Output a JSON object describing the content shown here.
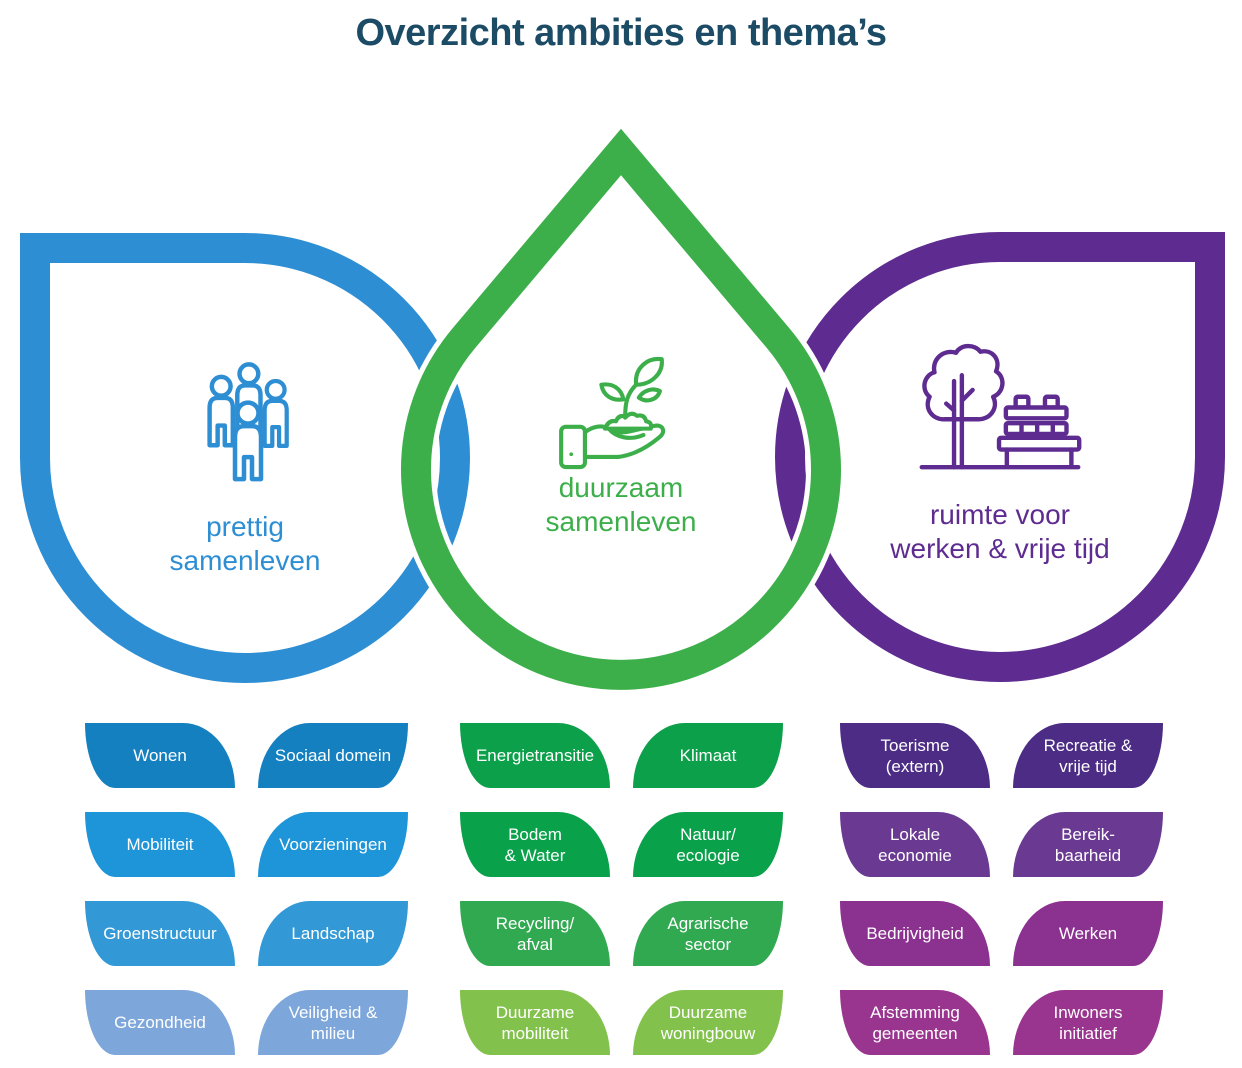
{
  "title": "Overzicht ambities en thema’s",
  "colors": {
    "title": "#1c4b66",
    "halo": "#ffffff"
  },
  "ambitions": [
    {
      "id": "prettig-samenleven",
      "label": "prettig\nsamenleven",
      "color": "#2e8ed3",
      "icon": "people-icon"
    },
    {
      "id": "duurzaam-samenleven",
      "label": "duurzaam\nsamenleven",
      "color": "#3caf4a",
      "icon": "seedling-hand-icon"
    },
    {
      "id": "ruimte-werken-vrije-tijd",
      "label": "ruimte voor\nwerken & vrije tijd",
      "color": "#5e2c90",
      "icon": "tree-bench-icon"
    }
  ],
  "themes": [
    {
      "ambition": "prettig samenleven",
      "tags": [
        {
          "text": "Wonen",
          "color": "#1480c0"
        },
        {
          "text": "Sociaal domein",
          "color": "#1480c0"
        },
        {
          "text": "Mobiliteit",
          "color": "#1e95d8"
        },
        {
          "text": "Voorzieningen",
          "color": "#1e95d8"
        },
        {
          "text": "Groenstructuur",
          "color": "#3399d6"
        },
        {
          "text": "Landschap",
          "color": "#3399d6"
        },
        {
          "text": "Gezondheid",
          "color": "#7da6da"
        },
        {
          "text": "Veiligheid &\nmilieu",
          "color": "#7da6da"
        }
      ]
    },
    {
      "ambition": "duurzaam samenleven",
      "tags": [
        {
          "text": "Energietransitie",
          "color": "#0da04a"
        },
        {
          "text": "Klimaat",
          "color": "#0da04a"
        },
        {
          "text": "Bodem\n& Water",
          "color": "#0aa14b"
        },
        {
          "text": "Natuur/\necologie",
          "color": "#0aa14b"
        },
        {
          "text": "Recycling/\nafval",
          "color": "#31a951"
        },
        {
          "text": "Agrarische\nsector",
          "color": "#31a951"
        },
        {
          "text": "Duurzame\nmobiliteit",
          "color": "#82c14c"
        },
        {
          "text": "Duurzame\nwoningbouw",
          "color": "#82c14c"
        }
      ]
    },
    {
      "ambition": "ruimte voor werken & vrije tijd",
      "tags": [
        {
          "text": "Toerisme\n(extern)",
          "color": "#4c2c85"
        },
        {
          "text": "Recreatie &\nvrije tijd",
          "color": "#4c2c85"
        },
        {
          "text": "Lokale\neconomie",
          "color": "#6a3a92"
        },
        {
          "text": "Bereik-\nbaarheid",
          "color": "#6a3a92"
        },
        {
          "text": "Bedrijvigheid",
          "color": "#8b3190"
        },
        {
          "text": "Werken",
          "color": "#8b3190"
        },
        {
          "text": "Afstemming\ngemeenten",
          "color": "#99348f"
        },
        {
          "text": "Inwoners\ninitiatief",
          "color": "#99348f"
        }
      ]
    }
  ]
}
